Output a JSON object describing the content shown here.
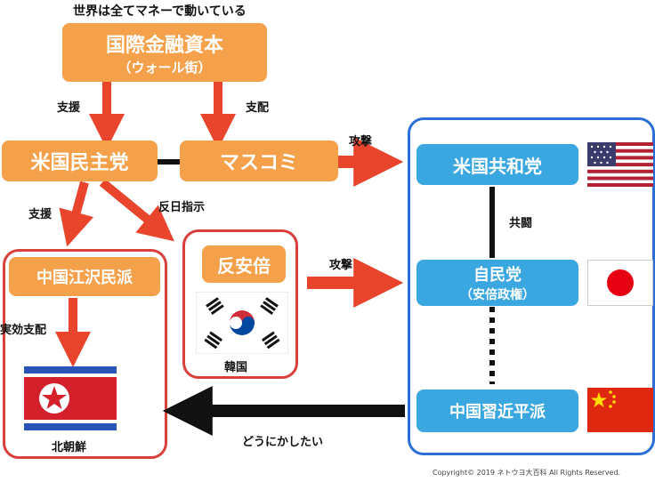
{
  "top_caption": "世界は全てマネーで動いている",
  "nodes": {
    "capital": {
      "title": "国際金融資本",
      "sub": "（ウォール街）"
    },
    "democrats": "米国民主党",
    "media": "マスコミ",
    "jiang": "中国江沢民派",
    "anti_abe": "反安倍",
    "korea": "韓国",
    "north_korea": "北朝鮮",
    "republicans": "米国共和党",
    "ldp": {
      "title": "自民党",
      "sub": "（安倍政権）"
    },
    "xi": "中国習近平派"
  },
  "edge_labels": {
    "support1": "支援",
    "control": "支配",
    "attack1": "攻撃",
    "support2": "支援",
    "anti_japan": "反日指示",
    "effective": "実効支配",
    "attack2": "攻撃",
    "joint": "共闘",
    "what_to_do": "どうにかしたい"
  },
  "copyright": "Copyright© 2019 ネトウヨ大百科 All Rights Reserved.",
  "colors": {
    "orange": "#f5a04a",
    "blue": "#3aa7e0",
    "arrow_red": "#e8452c",
    "frame_red": "#d9403c",
    "frame_blue": "#2a6fd6"
  },
  "icons": [
    "usa-flag-icon",
    "japan-flag-icon",
    "china-flag-icon",
    "south-korea-flag-icon",
    "north-korea-flag-icon"
  ]
}
